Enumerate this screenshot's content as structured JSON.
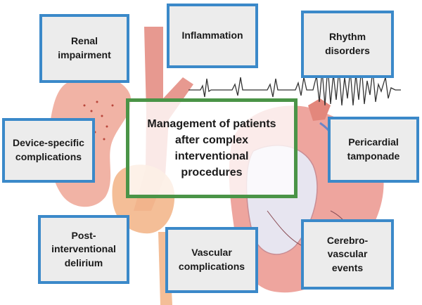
{
  "center": {
    "label": "Management of patients\nafter complex\ninterventional\nprocedures"
  },
  "boxes": {
    "renal": "Renal\nimpairment",
    "inflammation": "Inflammation",
    "rhythm": "Rhythm\ndisorders",
    "device": "Device-specific\ncomplications",
    "pericardial": "Pericardial\ntamponade",
    "delirium": "Post-\ninterventional\ndelirium",
    "vascular": "Vascular\ncomplications",
    "cerebro": "Cerebro-\nvascular\nevents"
  },
  "colors": {
    "box_border": "#3b89c9",
    "box_fill": "#ececec",
    "center_border": "#4a9447",
    "vessel": "#e3877c",
    "kidney": "#f3b78c",
    "ecg": "#333333"
  }
}
